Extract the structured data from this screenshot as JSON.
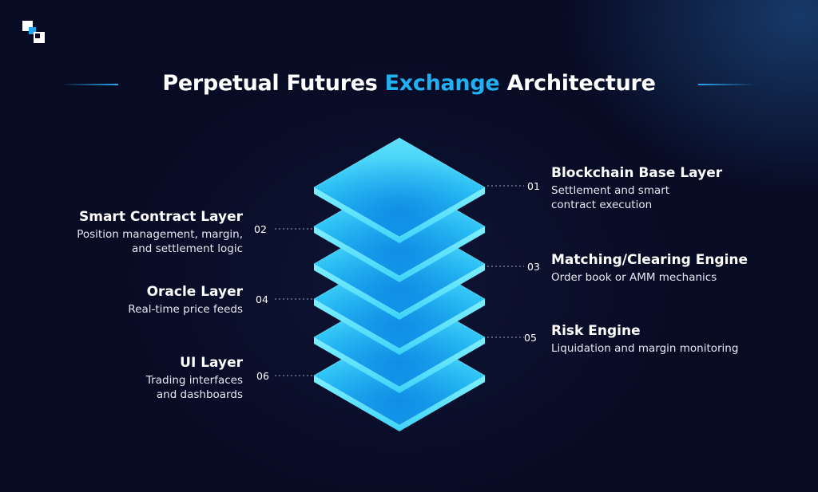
{
  "title": {
    "part1": "Perpetual Futures",
    "accent": "Exchange",
    "part2": "Architecture"
  },
  "colors": {
    "background": "#080b24",
    "accent": "#20b1f3",
    "layer_light": "#6fe6fb",
    "layer_deep": "#1596ec"
  },
  "layers": [
    {
      "number": "01",
      "title": "Blockchain Base Layer",
      "desc_line1": "Settlement and smart",
      "desc_line2": "contract execution",
      "side": "right"
    },
    {
      "number": "02",
      "title": "Smart Contract Layer",
      "desc_line1": "Position management, margin,",
      "desc_line2": "and settlement logic",
      "side": "left"
    },
    {
      "number": "03",
      "title": "Matching/Clearing Engine",
      "desc_line1": "Order book or AMM mechanics",
      "desc_line2": "",
      "side": "right"
    },
    {
      "number": "04",
      "title": "Oracle Layer",
      "desc_line1": "Real-time price feeds",
      "desc_line2": "",
      "side": "left"
    },
    {
      "number": "05",
      "title": "Risk Engine",
      "desc_line1": "Liquidation and margin monitoring",
      "desc_line2": "",
      "side": "right"
    },
    {
      "number": "06",
      "title": "UI Layer",
      "desc_line1": "Trading interfaces",
      "desc_line2": "and dashboards",
      "side": "left"
    }
  ]
}
